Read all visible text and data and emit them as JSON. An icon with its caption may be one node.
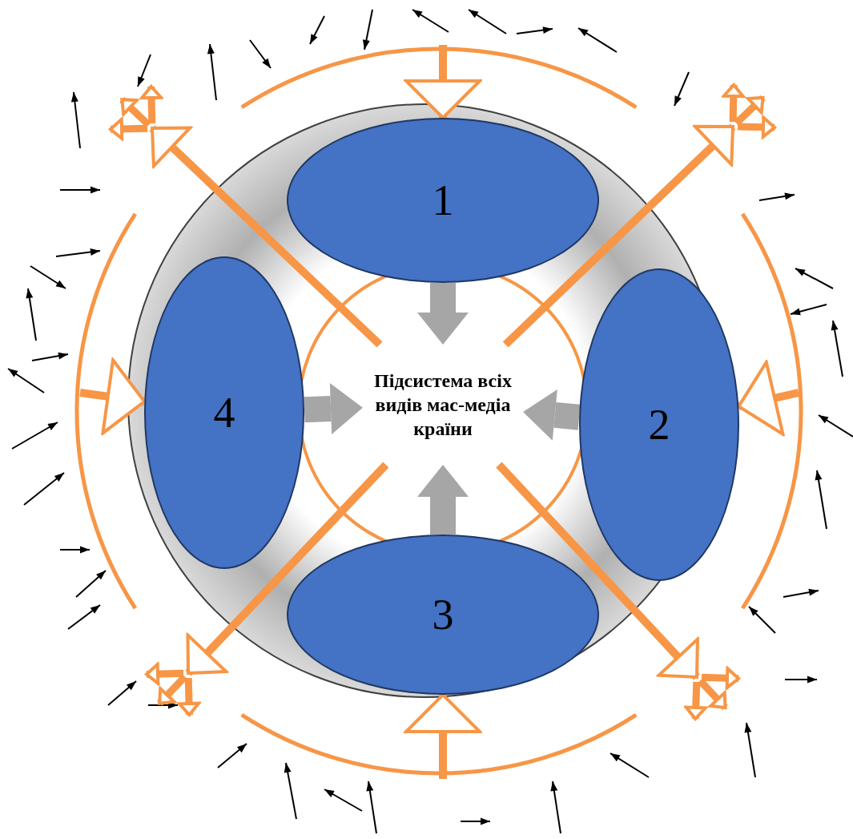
{
  "diagram": {
    "nodes": [
      {
        "text": [
          "Підсистема всіх видів мас-медіа країни"
        ]
      },
      {
        "text": [
          "1"
        ]
      },
      {
        "text": [
          "2"
        ]
      },
      {
        "text": [
          "3"
        ]
      },
      {
        "text": [
          "4"
        ]
      }
    ],
    "edges": [
      {
        "from": 1,
        "to": 0,
        "arrow": "to",
        "style": "thick",
        "color": "#a6a6a6"
      },
      {
        "from": 2,
        "to": 0,
        "arrow": "to",
        "style": "thick",
        "color": "#a6a6a6"
      },
      {
        "from": 3,
        "to": 0,
        "arrow": "to",
        "style": "thick",
        "color": "#a6a6a6"
      },
      {
        "from": 4,
        "to": 0,
        "arrow": "to",
        "style": "thick",
        "color": "#a6a6a6"
      },
      {
        "from": null,
        "to": 1,
        "arrow": "to"
      },
      {
        "from": null,
        "to": 2,
        "arrow": "to"
      },
      {
        "from": null,
        "to": 3,
        "arrow": "to"
      },
      {
        "from": null,
        "to": 4,
        "arrow": "to"
      },
      {
        "from": 0,
        "to": null,
        "arrow": "to"
      },
      {
        "from": 0,
        "to": null,
        "arrow": "to"
      },
      {
        "from": 0,
        "to": null,
        "arrow": "to"
      },
      {
        "from": 0,
        "to": null,
        "arrow": "to"
      }
    ]
  }
}
